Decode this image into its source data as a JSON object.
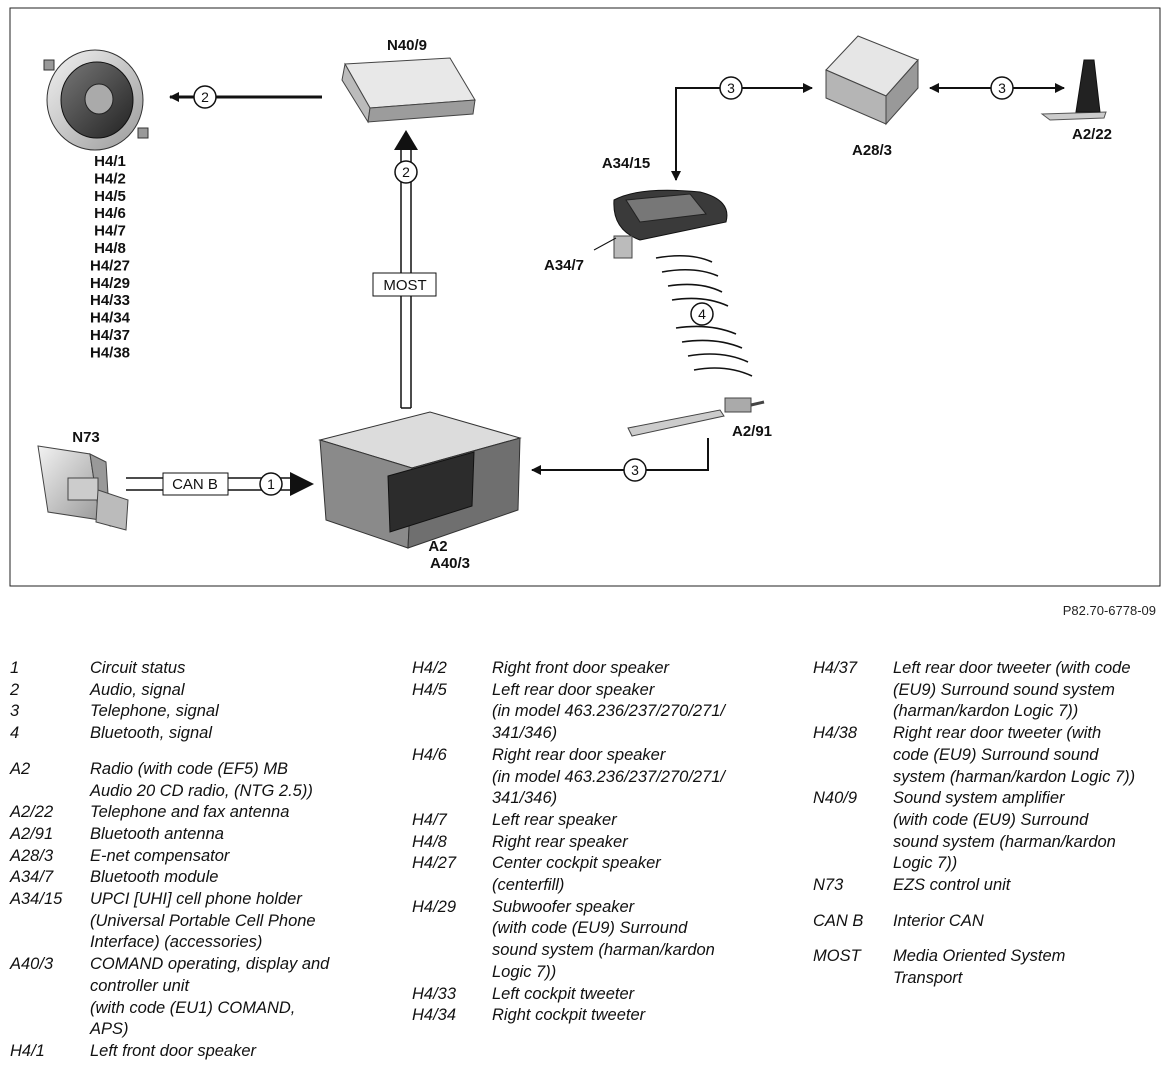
{
  "figure_id": "P82.70-6778-09",
  "components": {
    "speaker": "H4/1\nH4/2\nH4/5\nH4/6\nH4/7\nH4/8\nH4/27\nH4/29\nH4/33\nH4/34\nH4/37\nH4/38",
    "amplifier": "N40/9",
    "ezs": "N73",
    "radio_a": "A2",
    "radio_b": "A40/3",
    "holder": "A34/15",
    "bt_module": "A34/7",
    "enet": "A28/3",
    "antenna_tel": "A2/22",
    "antenna_bt": "A2/91"
  },
  "connections": {
    "can_box": "CAN B",
    "most_box": "MOST",
    "n1": "1",
    "n2a": "2",
    "n2b": "2",
    "n3a": "3",
    "n3b": "3",
    "n3c": "3",
    "n4": "4"
  },
  "legend": {
    "col1": [
      {
        "k": "1",
        "v": "Circuit status"
      },
      {
        "k": "2",
        "v": "Audio, signal"
      },
      {
        "k": "3",
        "v": "Telephone, signal"
      },
      {
        "k": "4",
        "v": "Bluetooth, signal"
      },
      {
        "k": "A2",
        "v": "Radio (with code (EF5) MB\nAudio 20 CD radio, (NTG 2.5))"
      },
      {
        "k": "A2/22",
        "v": "Telephone and fax antenna"
      },
      {
        "k": "A2/91",
        "v": "Bluetooth antenna"
      },
      {
        "k": "A28/3",
        "v": "E-net compensator"
      },
      {
        "k": "A34/7",
        "v": "Bluetooth module"
      },
      {
        "k": "A34/15",
        "v": "UPCI [UHI] cell phone holder\n(Universal Portable Cell Phone\nInterface) (accessories)"
      },
      {
        "k": "A40/3",
        "v": "COMAND operating, display and\ncontroller unit\n(with code (EU1) COMAND,\nAPS)"
      },
      {
        "k": "H4/1",
        "v": "Left front door speaker"
      }
    ],
    "col2": [
      {
        "k": "H4/2",
        "v": "Right front door speaker"
      },
      {
        "k": "H4/5",
        "v": "Left rear door speaker\n(in model 463.236/237/270/271/\n341/346)"
      },
      {
        "k": "H4/6",
        "v": "Right rear door speaker\n(in model 463.236/237/270/271/\n341/346)"
      },
      {
        "k": "H4/7",
        "v": "Left rear speaker"
      },
      {
        "k": "H4/8",
        "v": "Right rear speaker"
      },
      {
        "k": "H4/27",
        "v": "Center cockpit speaker\n(centerfill)"
      },
      {
        "k": "H4/29",
        "v": "Subwoofer speaker\n(with code (EU9) Surround\nsound system (harman/kardon\nLogic 7))"
      },
      {
        "k": "H4/33",
        "v": "Left cockpit tweeter"
      },
      {
        "k": "H4/34",
        "v": "Right cockpit tweeter"
      }
    ],
    "col3": [
      {
        "k": "H4/37",
        "v": "Left rear door tweeter (with code\n(EU9) Surround sound system\n(harman/kardon Logic 7))"
      },
      {
        "k": "H4/38",
        "v": "Right rear door tweeter (with\ncode (EU9) Surround sound\nsystem (harman/kardon Logic 7))"
      },
      {
        "k": "N40/9",
        "v": "Sound system amplifier\n(with code (EU9) Surround\nsound system (harman/kardon\nLogic 7))"
      },
      {
        "k": "N73",
        "v": "EZS control unit"
      },
      {
        "k": "CAN B",
        "v": "Interior CAN"
      },
      {
        "k": "MOST",
        "v": "Media Oriented System\nTransport"
      }
    ]
  }
}
